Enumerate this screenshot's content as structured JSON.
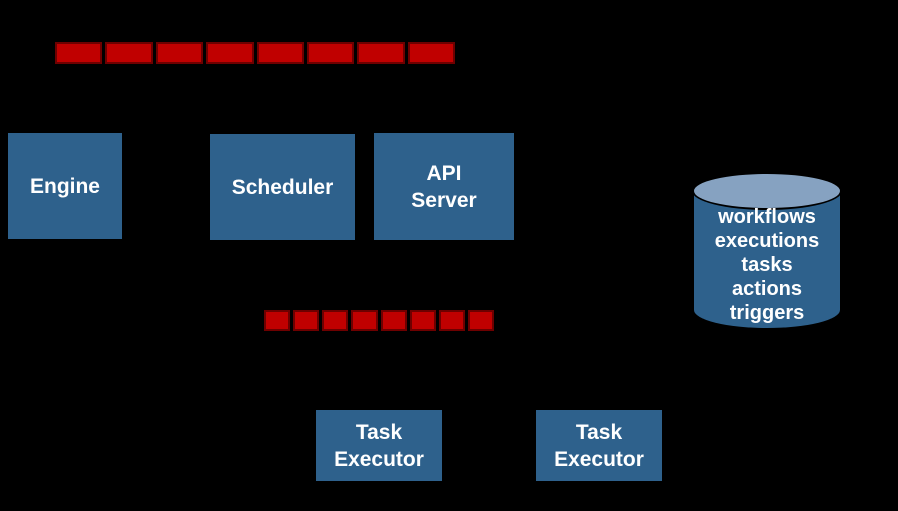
{
  "diagram": {
    "background_color": "#000000",
    "nodes": [
      {
        "id": "engine",
        "label": "Engine"
      },
      {
        "id": "scheduler",
        "label": "Scheduler"
      },
      {
        "id": "api-server",
        "label": "API Server"
      },
      {
        "id": "task-executor-1",
        "label": "Task Executor"
      },
      {
        "id": "task-executor-2",
        "label": "Task Executor"
      }
    ],
    "queues": [
      {
        "id": "queue-top",
        "segments": 8
      },
      {
        "id": "queue-bottom",
        "segments": 8
      }
    ],
    "datastore": {
      "items": [
        "workflows",
        "executions",
        "tasks",
        "actions",
        "triggers"
      ]
    },
    "colors": {
      "node_fill": "#2e618c",
      "queue_segment_fill": "#c00000",
      "queue_segment_border": "#6e0000",
      "datastore_body": "#2e618c",
      "datastore_top": "#86a2c1",
      "label_text": "#ffffff"
    }
  }
}
